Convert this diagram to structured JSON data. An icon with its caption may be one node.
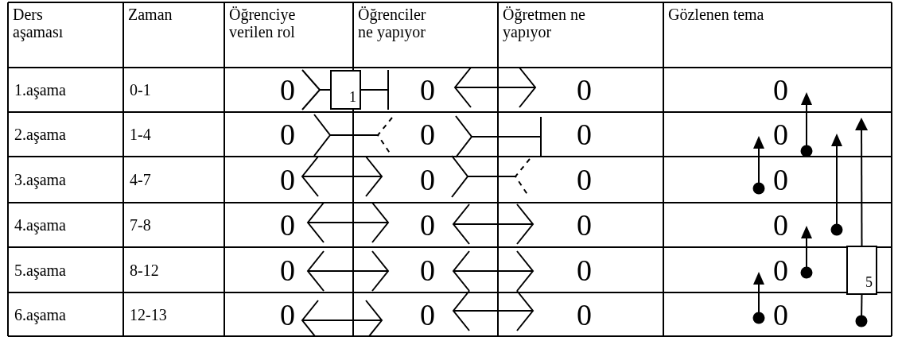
{
  "diagram": {
    "nodes": [
      {
        "text": [
          "1"
        ]
      },
      {
        "text": [
          "5"
        ]
      }
    ],
    "edges": [
      {
        "from": null,
        "to": 0,
        "arrow": "other"
      },
      {
        "from": 0,
        "to": null,
        "arrow": "other"
      },
      {
        "from": null,
        "to": 1,
        "arrow": "other"
      },
      {
        "from": 1,
        "to": null,
        "arrow": "to"
      }
    ],
    "labels": [
      "Ders aşaması",
      "Zaman",
      "Öğrenciye verilen rol",
      "Öğrenciler ne yapıyor",
      "Öğretmen ne yapıyor",
      "Gözlenen tema",
      "1.aşama",
      "0-1",
      "0",
      "0",
      "0",
      "0",
      "2.aşama",
      "1-4",
      "0",
      "0",
      "0",
      "0",
      "3.aşama",
      "4-7",
      "0",
      "0",
      "0",
      "0",
      "4.aşama",
      "7-8",
      "0",
      "0",
      "0",
      "0",
      "5.aşama",
      "8-12",
      "0",
      "0",
      "0",
      "0",
      "6.aşama",
      "12-13",
      "0",
      "0",
      "0",
      "0"
    ]
  }
}
